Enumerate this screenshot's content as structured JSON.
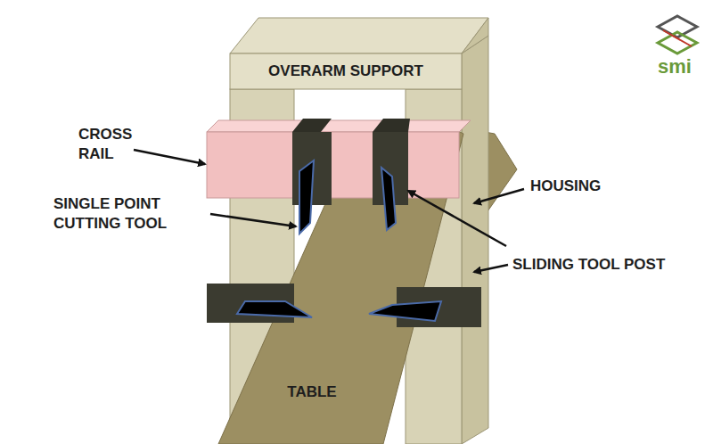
{
  "diagram": {
    "nodes": [
      {
        "text": [
          "OVERARM SUPPORT"
        ]
      },
      {
        "text": [
          "TABLE"
        ]
      }
    ],
    "labels": [
      "CROSS RAIL",
      "SINGLE POINT CUTTING TOOL",
      "HOUSING",
      "SLIDING TOOL POST",
      "smi"
    ]
  }
}
